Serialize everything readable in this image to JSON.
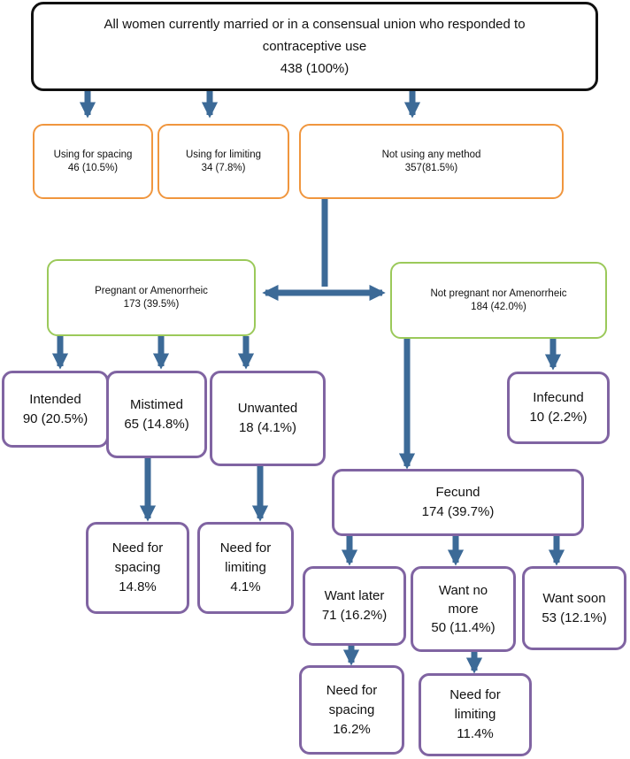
{
  "diagram": {
    "root": {
      "lines": [
        "All women currently married or in a consensual union who responded to",
        "contraceptive use",
        "438 (100%)"
      ]
    },
    "spacing_users": {
      "lines": [
        "Using for spacing",
        "46 (10.5%)"
      ]
    },
    "limiting_users": {
      "lines": [
        "Using for limiting",
        "34 (7.8%)"
      ]
    },
    "not_using": {
      "lines": [
        "Not using any method",
        "357(81.5%)"
      ]
    },
    "pregnant": {
      "lines": [
        "Pregnant or Amenorrheic",
        "173 (39.5%)"
      ]
    },
    "not_pregnant": {
      "lines": [
        "Not pregnant nor Amenorrheic",
        "184 (42.0%)"
      ]
    },
    "intended": {
      "lines": [
        "Intended",
        "90 (20.5%)"
      ]
    },
    "mistimed": {
      "lines": [
        "Mistimed",
        "65 (14.8%)"
      ]
    },
    "unwanted": {
      "lines": [
        "Unwanted",
        "18 (4.1%)"
      ]
    },
    "infecund": {
      "lines": [
        "Infecund",
        "10 (2.2%)"
      ]
    },
    "fecund": {
      "lines": [
        "Fecund",
        "174 (39.7%)"
      ]
    },
    "need_spacing_mistimed": {
      "lines": [
        "Need for",
        "spacing",
        "14.8%"
      ]
    },
    "need_limiting_unwanted": {
      "lines": [
        "Need for",
        "limiting",
        "4.1%"
      ]
    },
    "want_later": {
      "lines": [
        "Want later",
        "71 (16.2%)"
      ]
    },
    "want_no_more": {
      "lines": [
        "Want no",
        "more",
        "50 (11.4%)"
      ]
    },
    "want_soon": {
      "lines": [
        "Want soon",
        "53 (12.1%)"
      ]
    },
    "need_spacing_later": {
      "lines": [
        "Need for",
        "spacing",
        "16.2%"
      ]
    },
    "need_limiting_no_more": {
      "lines": [
        "Need for",
        "limiting",
        "11.4%"
      ]
    }
  },
  "colors": {
    "root_border": "#111111",
    "orange_border": "#f0963e",
    "green_border": "#9bc95a",
    "purple_border": "#8064a2",
    "arrow": "#3c6a97"
  }
}
